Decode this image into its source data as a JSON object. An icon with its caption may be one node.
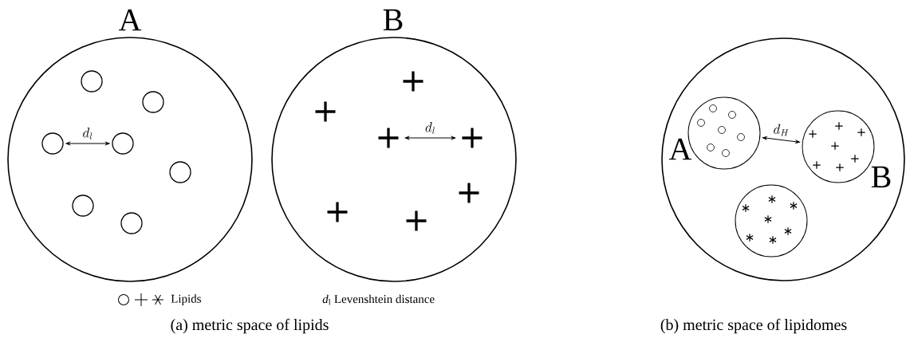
{
  "diagram": {
    "nodes": [
      {
        "text": [
          "A"
        ]
      },
      {
        "text": [],
        "shape": "circle",
        "in": 0
      },
      {
        "text": [],
        "shape": "circle",
        "in": 0
      },
      {
        "text": [],
        "shape": "circle",
        "in": 0
      },
      {
        "text": [],
        "shape": "circle",
        "in": 0
      },
      {
        "text": [],
        "shape": "circle",
        "in": 0
      },
      {
        "text": [],
        "shape": "circle",
        "in": 0
      },
      {
        "text": [],
        "shape": "circle",
        "in": 0
      },
      {
        "text": [
          "B"
        ]
      },
      {
        "text": [
          "+"
        ],
        "in": 8
      },
      {
        "text": [
          "+"
        ],
        "in": 8
      },
      {
        "text": [
          "+"
        ],
        "in": 8
      },
      {
        "text": [
          "+"
        ],
        "in": 8
      },
      {
        "text": [
          "+"
        ],
        "in": 8
      },
      {
        "text": [
          "+"
        ],
        "in": 8
      },
      {
        "text": [
          "+"
        ],
        "in": 8
      },
      {
        "text": [],
        "shape": "circle"
      },
      {
        "text": [
          "A"
        ],
        "in": 16
      },
      {
        "text": [],
        "shape": "circle",
        "in": 17
      },
      {
        "text": [],
        "shape": "circle",
        "in": 17
      },
      {
        "text": [],
        "shape": "circle",
        "in": 17
      },
      {
        "text": [],
        "shape": "circle",
        "in": 17
      },
      {
        "text": [],
        "shape": "circle",
        "in": 17
      },
      {
        "text": [],
        "shape": "circle",
        "in": 17
      },
      {
        "text": [],
        "shape": "circle",
        "in": 17
      },
      {
        "text": [
          "B"
        ],
        "in": 16
      },
      {
        "text": [
          "+"
        ],
        "in": 25
      },
      {
        "text": [
          "+"
        ],
        "in": 25
      },
      {
        "text": [
          "+"
        ],
        "in": 25
      },
      {
        "text": [
          "+"
        ],
        "in": 25
      },
      {
        "text": [
          "+"
        ],
        "in": 25
      },
      {
        "text": [
          "+"
        ],
        "in": 25
      },
      {
        "text": [
          "+"
        ],
        "in": 25
      },
      {
        "text": [],
        "shape": "circle",
        "in": 16
      },
      {
        "text": [
          "∗"
        ],
        "in": 33
      },
      {
        "text": [
          "∗"
        ],
        "in": 33
      },
      {
        "text": [
          "∗"
        ],
        "in": 33
      },
      {
        "text": [
          "∗"
        ],
        "in": 33
      },
      {
        "text": [
          "∗"
        ],
        "in": 33
      },
      {
        "text": [
          "∗"
        ],
        "in": 33
      },
      {
        "text": [
          "∗"
        ],
        "in": 33
      }
    ],
    "edges": [
      {
        "from": 3,
        "to": 4,
        "arrow": "both",
        "label": "d_l"
      },
      {
        "from": 11,
        "to": 12,
        "arrow": "both",
        "label": "d_l"
      },
      {
        "from": 17,
        "to": 25,
        "arrow": "both",
        "label": "d_H"
      }
    ],
    "labels": [
      "(a) metric space of lipids",
      "(b) metric space of lipidomes"
    ],
    "legend": [
      {
        "text": "Lipids"
      },
      {
        "text": "*d*$_{l}$ Levenshtein distance"
      }
    ]
  }
}
